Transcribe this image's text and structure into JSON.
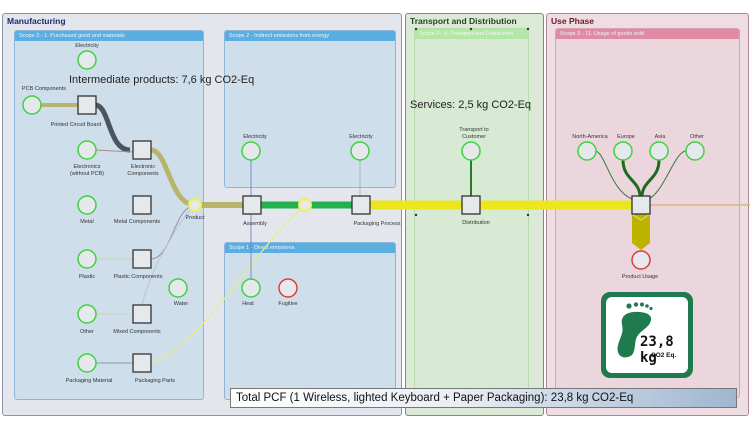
{
  "phases": {
    "manufacturing": "Manufacturing",
    "transport": "Transport and Distribution",
    "use": "Use Phase"
  },
  "scopes": {
    "purchased": "Scope 3 - 1. Purchased good and materials",
    "indirect": "Scope 2 - Indirect emissions from energy",
    "direct": "Scope 1 - Direct emissions",
    "transport": "Scope 3 - 9. Transport and Distribution",
    "usage": "Scope 3 - 11. Usage of goods sold"
  },
  "annotations": {
    "intermediate": "Intermediate products: 7,6 kg CO2-Eq",
    "services": "Services: 2,5 kg CO2-Eq",
    "total": "Total PCF (1 Wireless, lighted Keyboard + Paper Packaging): 23,8 kg CO2-Eq"
  },
  "badge": {
    "value": "23,8 kg",
    "unit": "CO2 Eq.",
    "icon": "footprint-icon"
  },
  "colors": {
    "input_node": "#3fd23f",
    "output_node": "#e03b3b",
    "hub_node": "#f2ef5a",
    "flow_olive": "#b8b46a",
    "flow_dark": "#4b5560",
    "flow_green": "#23b04e",
    "flow_yellow": "#ece61c",
    "flow_usage": "#bdb400",
    "badge_green": "#1f7a4e"
  },
  "nodes": {
    "electricity_mfg": "Electricity",
    "pcb_components": "PCB Components",
    "printed_circuit_board": "Printed Circuit Board",
    "electronics": "Electronics",
    "electronics2": "(without PCB)",
    "electronic_components": "Electronic",
    "electronic_components2": "Components",
    "metal": "Metal",
    "metal_components": "Metal Components",
    "product": "Product",
    "plastic": "Plastic",
    "plastic_components": "Plastic Components",
    "water": "Water",
    "other": "Other",
    "mixed_components": "Mixed Components",
    "packaging_material": "Packaging Material",
    "packaging_parts": "Packaging Parts",
    "electricity_assembly": "Electricity",
    "electricity_packaging": "Electricity",
    "assembly": "Assembly",
    "packaging_process": "Packaging Process",
    "heat": "Heat",
    "fugitive": "Fugitive",
    "transport_to_customer": "Transport to",
    "transport_to_customer2": "Customer",
    "distribution": "Distribution",
    "north_america": "North-America",
    "europe": "Europe",
    "asia": "Asia",
    "other_region": "Other",
    "product_usage": "Product Usage"
  }
}
